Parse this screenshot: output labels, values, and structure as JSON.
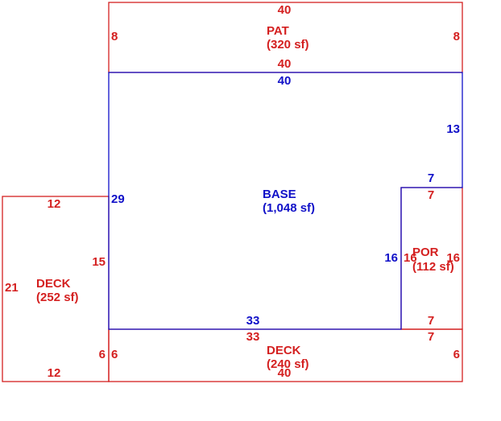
{
  "colors": {
    "base": "#1010c8",
    "addition": "#d42020",
    "background": "#ffffff"
  },
  "areas": {
    "pat": {
      "name": "PAT",
      "area": "(320 sf)"
    },
    "base": {
      "name": "BASE",
      "area": "(1,048 sf)"
    },
    "por": {
      "name": "POR",
      "area": "(112 sf)"
    },
    "deck_left": {
      "name": "DECK",
      "area": "(252 sf)"
    },
    "deck_bottom": {
      "name": "DECK",
      "area": "(240 sf)"
    }
  },
  "dimensions": {
    "pat_top": "40",
    "pat_left": "8",
    "pat_right": "8",
    "pat_bottom": "40",
    "base_top": "40",
    "base_right": "13",
    "base_step_top": "7",
    "base_step_side": "16",
    "base_bottom": "33",
    "base_left": "29",
    "por_top": "7",
    "por_left": "16",
    "por_right": "16",
    "por_bottom": "7",
    "deck_left_top": "12",
    "deck_left_side": "21",
    "deck_left_right_upper": "15",
    "deck_left_right_lower": "6",
    "deck_left_bottom": "12",
    "deck_bottom_top": "33",
    "deck_bottom_top_right": "7",
    "deck_bottom_left": "6",
    "deck_bottom_right": "6",
    "deck_bottom_bottom": "40"
  }
}
